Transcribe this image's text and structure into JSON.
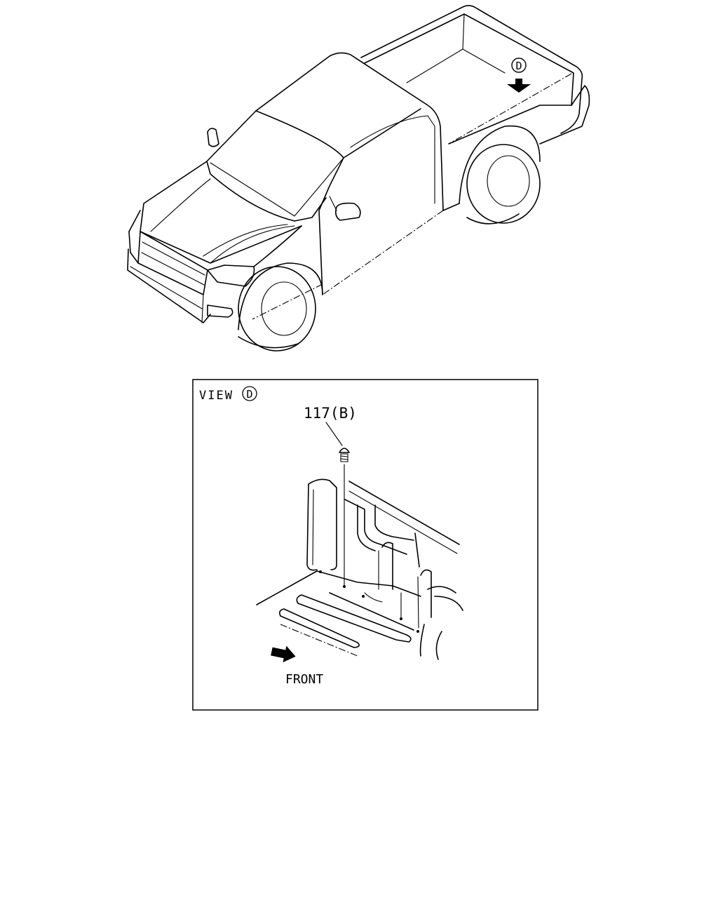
{
  "callout_top": {
    "letter": "D"
  },
  "view_box": {
    "view_label": "VIEW",
    "view_letter": "D",
    "part_label": "117(B)",
    "front_label": "FRONT"
  }
}
